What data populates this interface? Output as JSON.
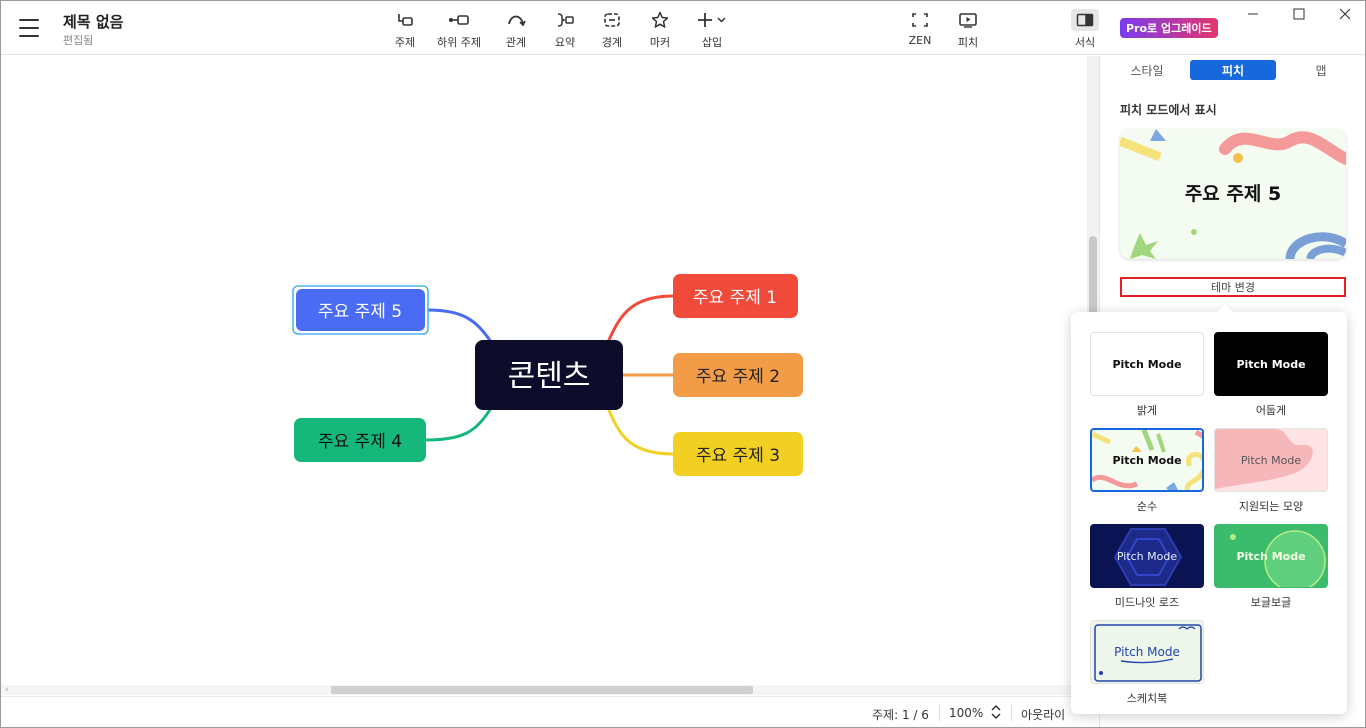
{
  "header": {
    "title": "제목 없음",
    "status": "편집됨"
  },
  "toolbar": {
    "topic": "주제",
    "subtopic": "하위 주제",
    "relation": "관계",
    "summary": "요약",
    "boundary": "경계",
    "marker": "마커",
    "insert": "삽입",
    "zen": "ZEN",
    "pitch": "피치",
    "format": "서식"
  },
  "upgrade": {
    "pro": "Pro",
    "text": "로 업그레이드"
  },
  "mindmap": {
    "central": "콘텐츠",
    "topics": [
      "주요 주제 1",
      "주요 주제 2",
      "주요 주제 3",
      "주요 주제 4",
      "주요 주제 5"
    ],
    "colors": {
      "t1": "#f04a3a",
      "t2": "#f39c47",
      "t3": "#f2d023",
      "t4": "#16b77a",
      "t5": "#4a6cf5",
      "central": "#0d0c2b"
    }
  },
  "statusbar": {
    "topics": "주제: 1 / 6",
    "zoom": "100%",
    "outline": "아웃라이"
  },
  "panel": {
    "tabs": [
      "스타일",
      "피치",
      "맵"
    ],
    "active_tab": "피치",
    "section_label": "피치 모드에서 표시",
    "preview_title": "주요 주제 5",
    "change_theme": "테마 변경"
  },
  "themes": {
    "thumb_text": "Pitch Mode",
    "items": [
      "밝게",
      "어둡게",
      "순수",
      "지원되는 모양",
      "미드나잇 로즈",
      "보글보글",
      "스케치북"
    ],
    "selected": "순수"
  }
}
